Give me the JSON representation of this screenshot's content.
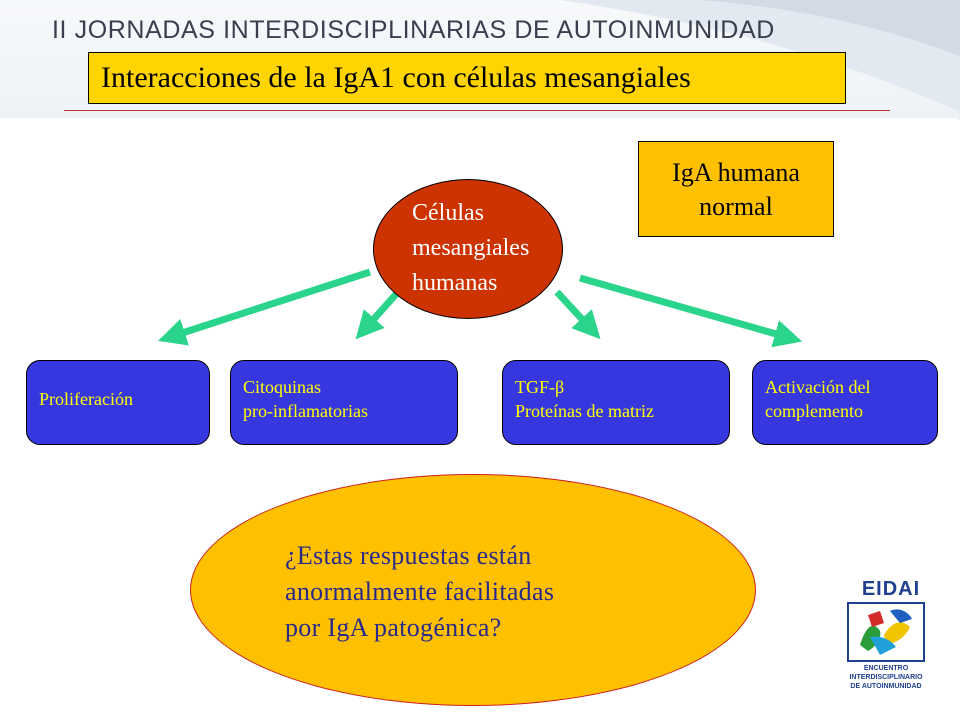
{
  "conference_title": "II JORNADAS INTERDISCIPLINARIAS DE AUTOINMUNIDAD",
  "slide_title": "Interacciones  de la IgA1  con células mesangiales",
  "iga_box": {
    "line1": "IgA  humana",
    "line2": "normal"
  },
  "center": {
    "line1": "Células",
    "line2": "mesangiales",
    "line3": "humanas"
  },
  "responses": [
    {
      "line1": "Proliferación",
      "line2": ""
    },
    {
      "line1": "Citoquinas",
      "line2": "pro-inflamatorias"
    },
    {
      "line1": "TGF-β",
      "line2": "Proteínas de matriz"
    },
    {
      "line1": "Activación del",
      "line2": "complemento"
    }
  ],
  "question": {
    "line1": "¿Estas respuestas están",
    "line2": "anormalmente  facilitadas",
    "line3": "por IgA patogénica?"
  },
  "logo": {
    "word": "EIDAI",
    "cap1": "ENCUENTRO",
    "cap2": "INTERDISCIPLINARIO",
    "cap3": "DE AUTOINMUNIDAD"
  },
  "colors": {
    "title_fill": "#ffd400",
    "iga_fill": "#ffc000",
    "cell_fill": "#cc3300",
    "response_fill": "#3737e0",
    "response_text": "#ffff00",
    "arrow": "#2ad48a",
    "question_fill": "#ffc000"
  }
}
